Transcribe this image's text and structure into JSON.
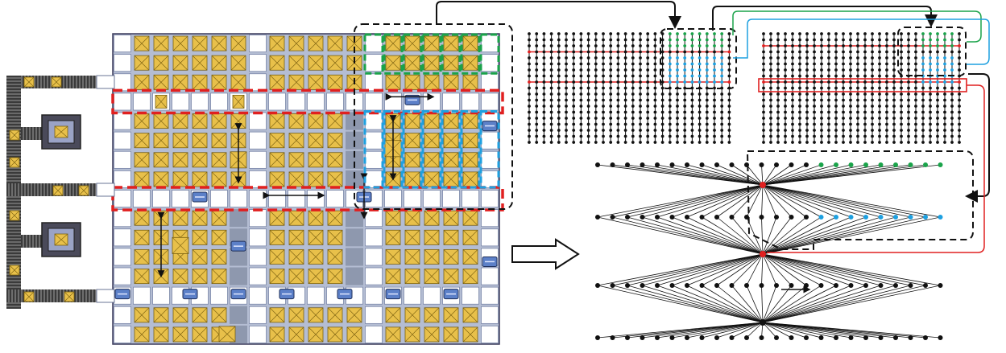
{
  "figure": {
    "panels": [
      "warehouse-grid-layout",
      "grid-graph-abstraction",
      "star-graph-abstraction"
    ],
    "colors": {
      "crate_fill": "#e8c04a",
      "crate_stroke": "#7a6010",
      "storage_bg": "#b4bdd3",
      "dark_cell": "#8e98ae",
      "aisle": "#ffffff",
      "conveyor": "#3a3a3a",
      "robot": "#5c80c8",
      "highlight_red": "#e02020",
      "highlight_green": "#1aa34a",
      "highlight_blue": "#1ea0e0",
      "outline_dashed": "#111111",
      "node": "#111111"
    },
    "icons": [
      "crate-icon",
      "robot-icon",
      "conveyor-icon",
      "workstation-icon",
      "double-arrow-icon",
      "transform-arrow-icon"
    ]
  }
}
